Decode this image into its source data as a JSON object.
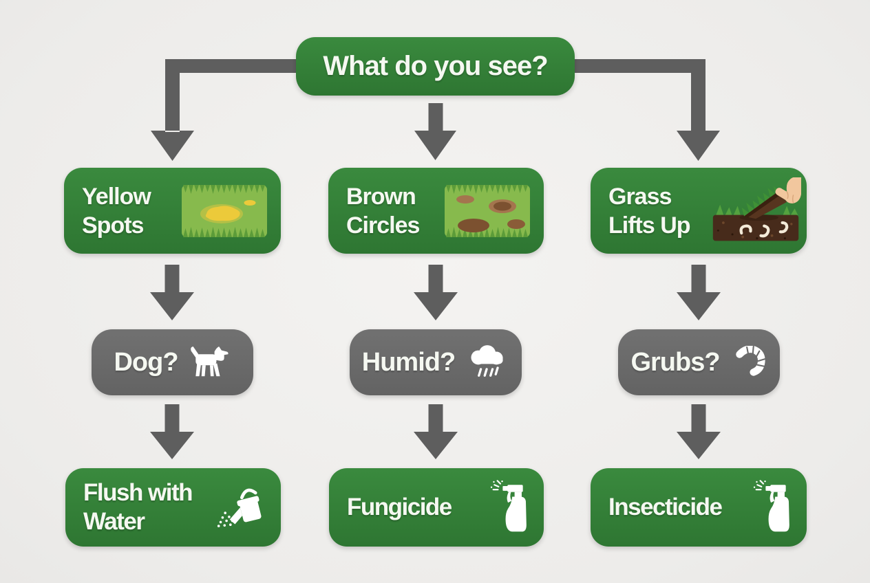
{
  "root": {
    "label": "What do you see?"
  },
  "colors": {
    "box_green": "#2e7b33",
    "box_gray": "#6a6a6a",
    "arrow_gray": "#5e5e5e",
    "background": "#f0efec",
    "text": "#f5f8f1",
    "grass_light": "#87ba4d",
    "grass_dark": "#5c9c39",
    "yellow_spot": "#ecca3a",
    "brown_spot": "#7c5130",
    "soil": "#472b1b",
    "skin": "#f2c79e"
  },
  "columns": [
    {
      "symptom": {
        "lines": [
          "Yellow",
          "Spots"
        ],
        "image": "yellow-spots-grass"
      },
      "question": {
        "label": "Dog?",
        "icon": "dog-icon"
      },
      "solution": {
        "lines": [
          "Flush with",
          "Water"
        ],
        "icon": "watering-can-icon"
      }
    },
    {
      "symptom": {
        "lines": [
          "Brown",
          "Circles"
        ],
        "image": "brown-circles-grass"
      },
      "question": {
        "label": "Humid?",
        "icon": "rain-cloud-icon"
      },
      "solution": {
        "lines": [
          "Fungicide"
        ],
        "icon": "spray-bottle-icon"
      }
    },
    {
      "symptom": {
        "lines": [
          "Grass",
          "Lifts Up"
        ],
        "image": "grass-lifted-by-hand"
      },
      "question": {
        "label": "Grubs?",
        "icon": "grub-icon"
      },
      "solution": {
        "lines": [
          "Insecticide"
        ],
        "icon": "spray-bottle-icon"
      }
    }
  ]
}
